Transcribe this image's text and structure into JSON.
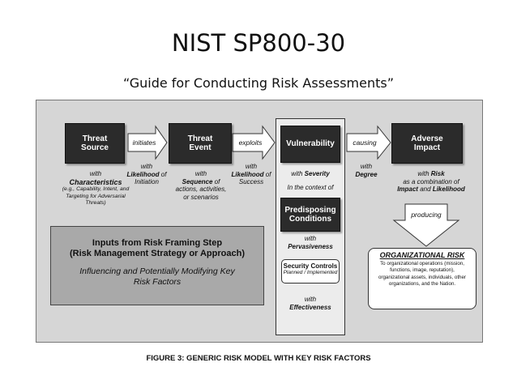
{
  "title": "NIST SP800-30",
  "subtitle": "“Guide for Conducting Risk Assessments”",
  "diagram": {
    "threat_source": {
      "line1": "Threat",
      "line2": "Source"
    },
    "threat_event": {
      "line1": "Threat",
      "line2": "Event"
    },
    "vulnerability": "Vulnerability",
    "adverse_impact": {
      "line1": "Adverse",
      "line2": "Impact"
    },
    "predisposing": {
      "line1": "Predisposing",
      "line2": "Conditions"
    },
    "arrows": {
      "initiates": "initiates",
      "exploits": "exploits",
      "causing": "causing",
      "producing": "producing"
    },
    "ts_note": {
      "with": "with",
      "bold": "Characteristics",
      "detail": "(e.g., Capability, Intent, and Targeting for Adversarial Threats)"
    },
    "likelihood_initiation": {
      "with": "with",
      "bold": "Likelihood",
      "of": "of",
      "rest": "Initiation"
    },
    "te_note": {
      "with": "with",
      "bold": "Sequence",
      "of": "of",
      "rest": "actions, activities, or scenarios"
    },
    "likelihood_success": {
      "with": "with",
      "bold": "Likelihood",
      "of": "of",
      "rest": "Success"
    },
    "severity": {
      "with": "with",
      "bold": "Severity"
    },
    "context": "In the context of",
    "pervasiveness": {
      "with": "with",
      "bold": "Pervasiveness"
    },
    "security_controls": {
      "title": "Security Controls",
      "sub": "Planned / Implemented"
    },
    "effectiveness": {
      "with": "with",
      "bold": "Effectiveness"
    },
    "degree": {
      "with": "with",
      "bold": "Degree"
    },
    "risk_note": {
      "with": "with",
      "bold1": "Risk",
      "mid": "as a combination of",
      "bold2": "Impact",
      "and": "and",
      "bold3": "Likelihood"
    },
    "inputs": {
      "line1": "Inputs from Risk Framing Step",
      "line2": "(Risk Management Strategy or Approach)",
      "line3": "Influencing and Potentially Modifying Key",
      "line4": "Risk Factors"
    },
    "org_risk": {
      "title": "ORGANIZATIONAL RISK",
      "text": "To organizational operations (mission, functions, image, reputation), organizational assets, individuals, other organizations, and the Nation."
    }
  },
  "caption": "FIGURE 3: GENERIC RISK MODEL WITH KEY RISK FACTORS"
}
